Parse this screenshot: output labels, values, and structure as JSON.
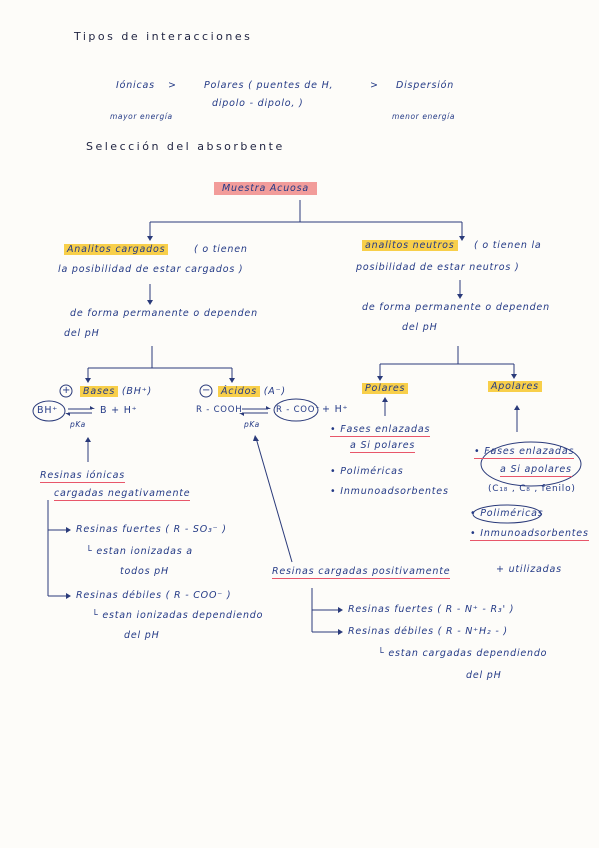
{
  "titles": {
    "tipos": "Tipos de interacciones",
    "seleccion": "Selección del absorbente"
  },
  "interactions": {
    "ionicas": "Iónicas",
    "gt1": ">",
    "polares": "Polares ( puentes de H,",
    "dipolo": "dipolo - dipolo,     )",
    "gt2": ">",
    "dispersion": "Dispersión",
    "mayor": "mayor energía",
    "menor": "menor energía"
  },
  "root": "Muestra Acuosa",
  "left": {
    "analitos_cargados": "Analitos cargados",
    "desc1": "( o tienen",
    "desc2": "la posibilidad de estar cargados )",
    "forma1": "de forma permanente o dependen",
    "forma2": "del pH",
    "bases_sign": "+",
    "bases": "Bases",
    "bases_suffix": "(BH⁺)",
    "bases_eq_left": "BH⁺",
    "bases_eq_right": "B + H⁺",
    "pka": "pKa",
    "acidos_sign": "−",
    "acidos": "Ácidos",
    "acidos_suffix": "(A⁻)",
    "acidos_eq_left": "R - COOH",
    "acidos_eq_right": "R - COO⁻",
    "acidos_eq_h": "+ H⁺",
    "resinas_ionicas": "Resinas iónicas",
    "cargadas_neg": "cargadas negativamente",
    "fuertes": "Resinas fuertes ( R - SO₃⁻ )",
    "fuertes_sub1": "estan ionizadas a",
    "fuertes_sub2": "todos pH",
    "debiles": "Resinas débiles ( R - COO⁻ )",
    "debiles_sub1": "estan ionizadas dependiendo",
    "debiles_sub2": "del pH"
  },
  "right": {
    "analitos_neutros": "analitos neutros",
    "desc1": "( o tienen la",
    "desc2": "posibilidad de estar neutros )",
    "forma1": "de forma permanente o dependen",
    "forma2": "del pH",
    "polares": "Polares",
    "apolares": "Apolares",
    "polares_items": [
      "Fases enlazadas",
      "a Si polares",
      "Poliméricas",
      "Inmunoadsorbentes"
    ],
    "apolares_items": [
      "Fases enlazadas",
      "a Si apolares",
      "(C₁₈ , C₈ , fenilo)",
      "Poliméricas",
      "Inmunoadsorbentes"
    ],
    "resinas_pos": "Resinas cargadas positivamente",
    "utilizadas": "+ utilizadas",
    "fuertes": "Resinas fuertes ( R - N⁺ - R₃' )",
    "debiles": "Resinas débiles ( R - N⁺H₂ - )",
    "debiles_sub1": "estan cargadas dependiendo",
    "debiles_sub2": "del pH"
  }
}
